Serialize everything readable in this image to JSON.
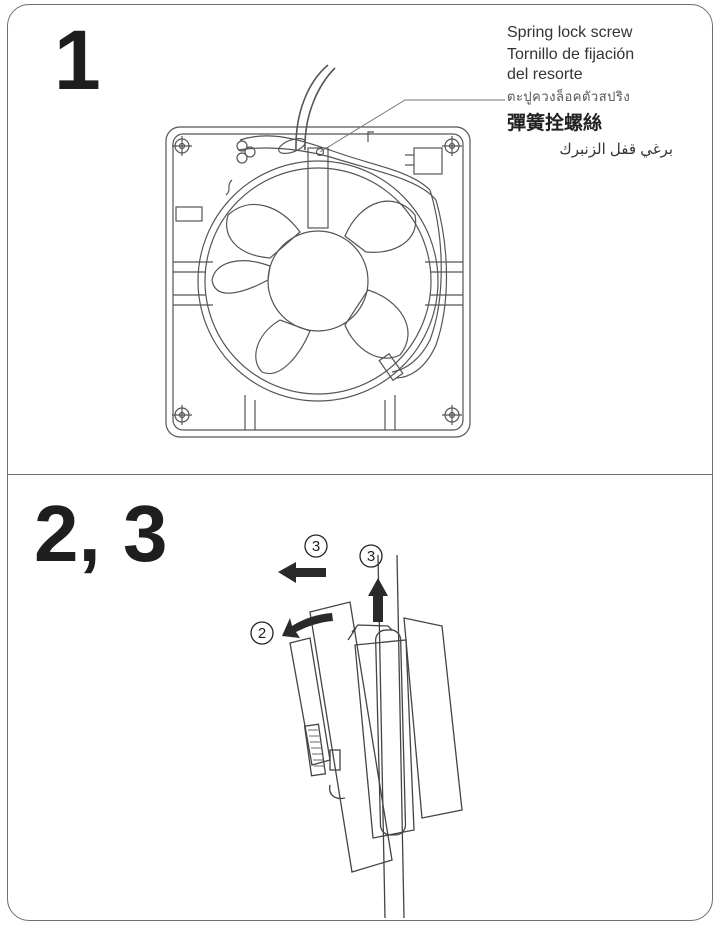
{
  "steps": {
    "step1": "1",
    "step23": "2, 3"
  },
  "spring_lock_screw_label": {
    "en": "Spring lock screw",
    "es_line1": "Tornillo de fijación",
    "es_line2": "del resorte",
    "th": "ตะปูควงล็อคตัวสปริง",
    "zh": "彈簧拴螺絲",
    "ar": "برغي قفل الزنبرك"
  },
  "callouts": {
    "circle_3_left": "3",
    "circle_3_right": "3",
    "circle_2": "2"
  },
  "colors": {
    "line": "#555555",
    "border": "#6e6e6e",
    "arrow": "#2a2a2a"
  }
}
